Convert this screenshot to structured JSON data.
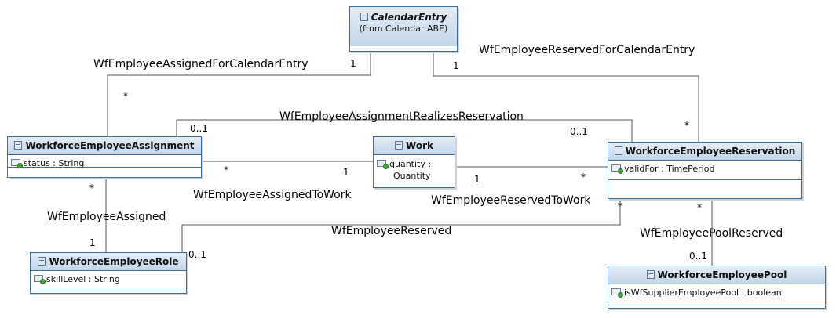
{
  "classes": {
    "calendar_entry": {
      "name": "CalendarEntry",
      "stereotype": "(from Calendar ABE)"
    },
    "assignment": {
      "name": "WorkforceEmployeeAssignment",
      "attr": "status : String"
    },
    "work": {
      "name": "Work",
      "attr_line1": "quantity :",
      "attr_line2": "Quantity"
    },
    "reservation": {
      "name": "WorkforceEmployeeReservation",
      "attr": "validFor : TimePeriod"
    },
    "role": {
      "name": "WorkforceEmployeeRole",
      "attr": "skillLevel : String"
    },
    "pool": {
      "name": "WorkforceEmployeePool",
      "attr": "isWfSupplierEmployeePool : boolean"
    }
  },
  "associations": {
    "assigned_for_calendar": {
      "name": "WfEmployeeAssignedForCalendarEntry",
      "end_calendar": "1",
      "end_assignment": "*"
    },
    "reserved_for_calendar": {
      "name": "WfEmployeeReservedForCalendarEntry",
      "end_calendar": "1",
      "end_reservation": "*"
    },
    "realizes_reservation": {
      "name": "WfEmployeeAssignmentRealizesReservation",
      "end_assignment": "0..1",
      "end_reservation": "0..1"
    },
    "assigned_to_work": {
      "name": "WfEmployeeAssignedToWork",
      "end_assignment": "*",
      "end_work": "1"
    },
    "reserved_to_work": {
      "name": "WfEmployeeReservedToWork",
      "end_work": "1",
      "end_reservation": "*"
    },
    "employee_assigned": {
      "name": "WfEmployeeAssigned",
      "end_assignment": "*",
      "end_role": "1"
    },
    "employee_reserved": {
      "name": "WfEmployeeReserved",
      "end_role": "0..1",
      "end_reservation": "*"
    },
    "pool_reserved": {
      "name": "WfEmployeePoolReserved",
      "end_reservation": "*",
      "end_pool": "0..1"
    }
  }
}
